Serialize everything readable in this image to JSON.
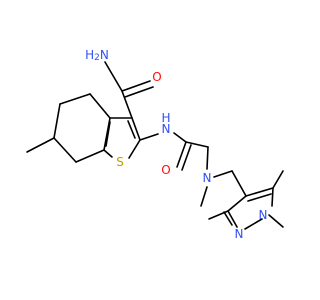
{
  "molecule": {
    "atoms": {
      "nh2_n": "N",
      "nh2_h": "H",
      "nh2_sub": "2",
      "amide_o": "O",
      "nh_n": "N",
      "nh_h": "H",
      "s": "S",
      "amide2_o": "O",
      "amine_n": "N",
      "pz_n1": "N",
      "pz_n2": "N"
    },
    "colors": {
      "bond": "#000000",
      "carbon": "#000000",
      "nitrogen": "#3050F8",
      "oxygen": "#FF0D0D",
      "sulfur": "#B8A000"
    }
  }
}
